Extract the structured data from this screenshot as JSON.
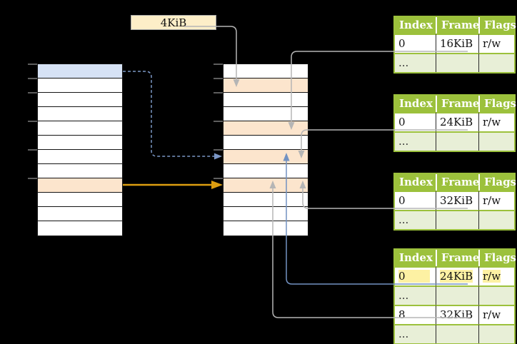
{
  "page_size_label": "4KiB",
  "memory_columns": {
    "left_rows": 12,
    "middle_rows": 12,
    "left_highlight_blue_row": 1,
    "left_highlight_orange_row": 9,
    "middle_orange_rows": [
      2,
      5,
      7,
      9
    ]
  },
  "frame_tables": [
    {
      "headers": [
        "Index",
        "Frame",
        "Flags"
      ],
      "rows": [
        {
          "index": "0",
          "frame": "16KiB",
          "flags": "r/w"
        },
        {
          "index": "...",
          "frame": "",
          "flags": ""
        }
      ]
    },
    {
      "headers": [
        "Index",
        "Frame",
        "Flags"
      ],
      "rows": [
        {
          "index": "0",
          "frame": "24KiB",
          "flags": "r/w"
        },
        {
          "index": "...",
          "frame": "",
          "flags": ""
        }
      ]
    },
    {
      "headers": [
        "Index",
        "Frame",
        "Flags"
      ],
      "rows": [
        {
          "index": "0",
          "frame": "32KiB",
          "flags": "r/w"
        },
        {
          "index": "...",
          "frame": "",
          "flags": ""
        }
      ]
    },
    {
      "headers": [
        "Index",
        "Frame",
        "Flags"
      ],
      "rows": [
        {
          "index": "0",
          "frame": "24KiB",
          "flags": "r/w",
          "highlighted": true
        },
        {
          "index": "...",
          "frame": "",
          "flags": ""
        },
        {
          "index": "8",
          "frame": "32KiB",
          "flags": "r/w"
        },
        {
          "index": "...",
          "frame": "",
          "flags": ""
        }
      ]
    }
  ],
  "colors": {
    "table_header_green": "#9cc13c",
    "row_light_green": "#e8efd7",
    "row_orange": "#fce5cd",
    "row_blue": "#d6e2f5",
    "highlight_yellow": "#fdf1a3",
    "label_box_cream": "#fdeec8",
    "connector_gray": "#b5b5b5",
    "arrow_orange": "#dd9e10",
    "arrow_blue_solid": "#7292c2",
    "arrow_blue_dashed": "#7b97c6"
  }
}
